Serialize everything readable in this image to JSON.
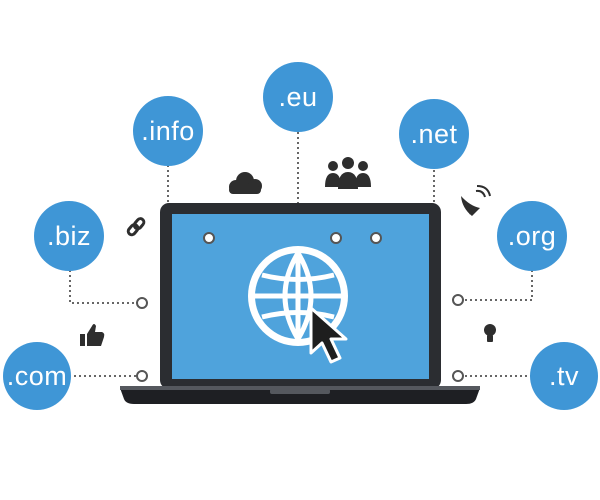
{
  "colors": {
    "accent": "#3f96d6",
    "screen": "#4fa3dc",
    "laptop_frame": "#2b2d31",
    "connector": "#666666",
    "icon": "#2e2e2e",
    "globe": "#ffffff"
  },
  "domains": [
    {
      "id": "com",
      "label": ".com"
    },
    {
      "id": "biz",
      "label": ".biz"
    },
    {
      "id": "info",
      "label": ".info"
    },
    {
      "id": "eu",
      "label": ".eu"
    },
    {
      "id": "net",
      "label": ".net"
    },
    {
      "id": "org",
      "label": ".org"
    },
    {
      "id": "tv",
      "label": ".tv"
    }
  ],
  "icons": [
    "cloud-icon",
    "users-icon",
    "link-icon",
    "satellite-dish-icon",
    "thumbs-up-icon",
    "lightbulb-icon",
    "globe-icon",
    "cursor-icon"
  ]
}
